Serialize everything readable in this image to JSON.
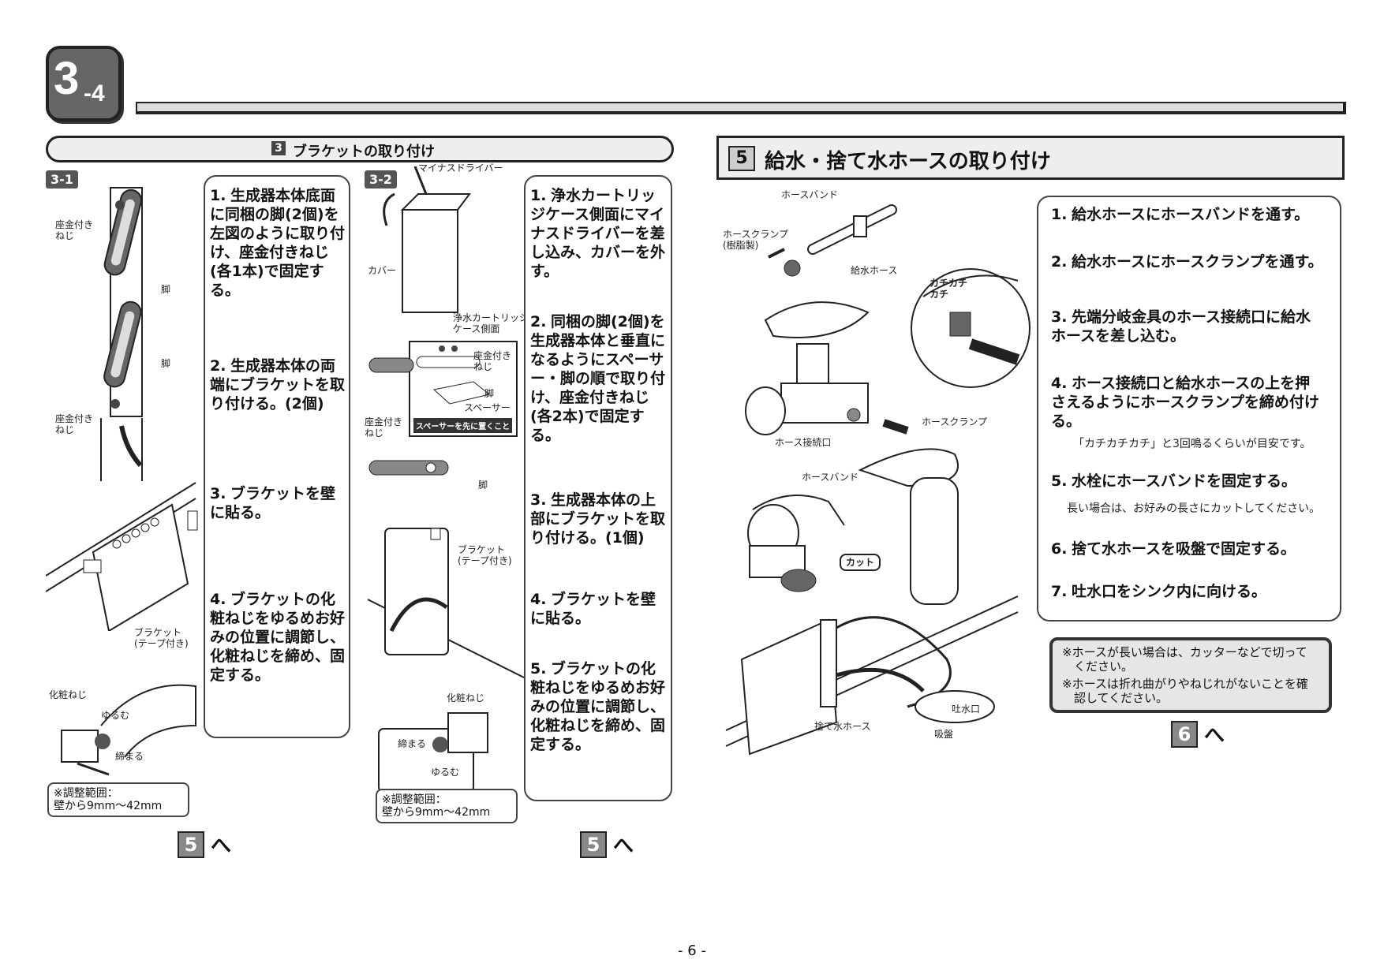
{
  "section_badge": {
    "main": "3",
    "sub": "-4"
  },
  "left_section": {
    "header_num": "3",
    "header_title": "ブラケットの取り付け",
    "col1": {
      "tag": "3-1",
      "steps": [
        {
          "n": "1.",
          "text": "生成器本体底面に同梱の脚(2個)を左図のように取り付け、座金付きねじ(各1本)で固定する。"
        },
        {
          "n": "2.",
          "text": "生成器本体の両端にブラケットを取り付ける。(2個)"
        },
        {
          "n": "3.",
          "text": "ブラケットを壁に貼る。"
        },
        {
          "n": "4.",
          "text": "ブラケットの化粧ねじをゆるめお好みの位置に調節し、化粧ねじを締め、固定する。"
        }
      ],
      "labels": {
        "washer_screw_top": "座金付き\nねじ",
        "leg_top": "脚",
        "leg_bottom": "脚",
        "washer_screw_bottom": "座金付き\nねじ",
        "bracket": "ブラケット\n(テープ付き)",
        "decor_screw": "化粧ねじ",
        "loosen": "ゆるむ",
        "tighten": "締まる"
      },
      "range_note": "※調整範囲：\n壁から9mm〜42mm",
      "goto": {
        "num": "5",
        "text": "へ"
      }
    },
    "col2": {
      "tag": "3-2",
      "steps": [
        {
          "n": "1.",
          "text": "浄水カートリッジケース側面にマイナスドライバーを差し込み、カバーを外す。"
        },
        {
          "n": "2.",
          "text": "同梱の脚(2個)を生成器本体と垂直になるようにスペーサー・脚の順で取り付け、座金付きねじ(各2本)で固定する。"
        },
        {
          "n": "3.",
          "text": "生成器本体の上部にブラケットを取り付ける。(1個)"
        },
        {
          "n": "4.",
          "text": "ブラケットを壁に貼る。"
        },
        {
          "n": "5.",
          "text": "ブラケットの化粧ねじをゆるめお好みの位置に調節し、化粧ねじを締め、固定する。"
        }
      ],
      "labels": {
        "screwdriver": "マイナスドライバー",
        "cover": "カバー",
        "cartridge_side": "浄水カートリッジ\nケース側面",
        "washer_screw": "座金付き\nねじ",
        "leg": "脚",
        "spacer": "スペーサー",
        "spacer_first": "スペーサーを先に置くこと",
        "washer_screw2": "座金付き\nねじ",
        "leg2": "脚",
        "bracket": "ブラケット\n(テープ付き)",
        "decor_screw": "化粧ねじ",
        "tighten": "締まる",
        "loosen": "ゆるむ"
      },
      "range_note": "※調整範囲：\n壁から9mm〜42mm",
      "goto": {
        "num": "5",
        "text": "へ"
      }
    }
  },
  "right_section": {
    "header_num": "5",
    "header_title": "給水・捨て水ホースの取り付け",
    "steps": [
      {
        "n": "1.",
        "text": "給水ホースにホースバンドを通す。",
        "sub": ""
      },
      {
        "n": "2.",
        "text": "給水ホースにホースクランプを通す。",
        "sub": ""
      },
      {
        "n": "3.",
        "text": "先端分岐金具のホース接続口に給水ホースを差し込む。",
        "sub": ""
      },
      {
        "n": "4.",
        "text": "ホース接続口と給水ホースの上を押さえるようにホースクランプを締め付ける。",
        "sub": "「カチカチカチ」と3回鳴るくらいが目安です。"
      },
      {
        "n": "5.",
        "text": "水栓にホースバンドを固定する。",
        "sub": "長い場合は、お好みの長さにカットしてください。"
      },
      {
        "n": "6.",
        "text": "捨て水ホースを吸盤で固定する。",
        "sub": ""
      },
      {
        "n": "7.",
        "text": "吐水口をシンク内に向ける。",
        "sub": ""
      }
    ],
    "labels": {
      "hose_band_top": "ホースバンド",
      "hose_clamp": "ホースクランプ\n(樹脂製)",
      "supply_hose": "給水ホース",
      "click": "カチカチ\nカチ",
      "hose_inlet": "ホース接続口",
      "hose_clamp2": "ホースクランプ",
      "hose_band2": "ホースバンド",
      "cut": "カット",
      "spout": "吐水口",
      "drain_hose": "捨て水ホース",
      "suction": "吸盤"
    },
    "notes": [
      "※ホースが長い場合は、カッターなどで切って\n　ください。",
      "※ホースは折れ曲がりやねじれがないことを確\n　認してください。"
    ],
    "goto": {
      "num": "6",
      "text": "へ"
    }
  },
  "page_number": "- 6 -"
}
